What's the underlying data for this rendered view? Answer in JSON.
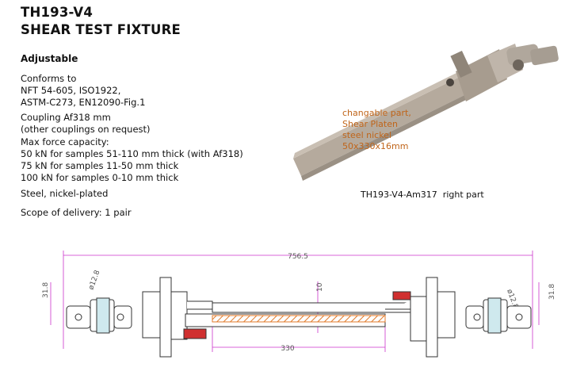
{
  "header": {
    "model": "TH193-V4",
    "name": "SHEAR TEST FIXTURE",
    "subtitle": "Adjustable"
  },
  "specs": {
    "conforms": "Conforms to\nNFT 54-605, ISO1922,\nASTM-C273, EN12090-Fig.1",
    "coupling": "Coupling Af318 mm\n(other couplings on request)",
    "force": "Max force capacity:\n50 kN for samples 51-110 mm thick (with Af318)\n75 kN for samples 11-50 mm thick\n100 kN for samples 0-10 mm thick",
    "material": "Steel, nickel-plated",
    "scope": "Scope of delivery: 1 pair"
  },
  "photo": {
    "note": "changable part,\nShear Platen\nsteel nickel\n50x330x16mm",
    "caption": "TH193-V4-Am317  right part"
  },
  "drawing": {
    "overall_length": "756.5",
    "platen_length": "330",
    "gap": "10",
    "left_height": "31.8",
    "right_height": "31.8",
    "left_pin": "ø12.8",
    "right_pin": "ø12.8",
    "colors": {
      "dimension": "#cc33cc",
      "hatch": "#e07a2a",
      "knob": "#d03030"
    }
  }
}
